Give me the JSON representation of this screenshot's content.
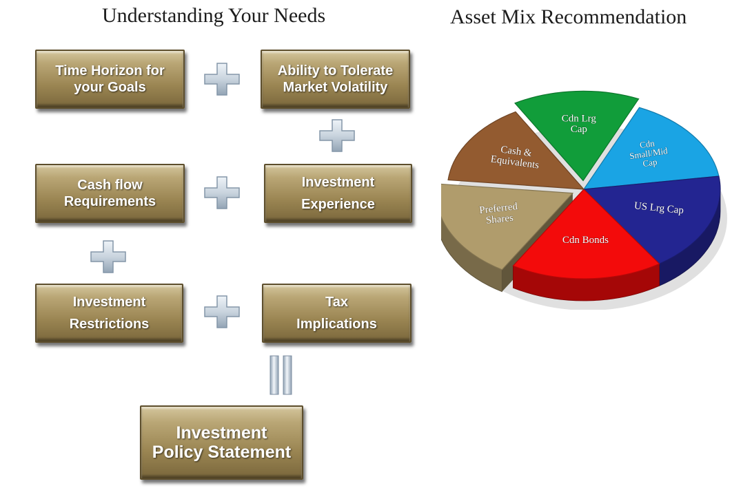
{
  "left_heading": "Understanding Your Needs",
  "right_heading": "Asset Mix Recommendation",
  "boxes": {
    "time_horizon": "Time Horizon for\nyour Goals",
    "ability_tolerate": "Ability to Tolerate\nMarket Volatility",
    "cash_flow": "Cash flow\nRequirements",
    "investment_experience": "Investment\nExperience",
    "investment_restrictions": "Investment\nRestrictions",
    "tax_implications": "Tax\nImplications",
    "policy_statement": "Investment\nPolicy Statement"
  },
  "icons": {
    "plus": "plus-icon",
    "equals": "equals-icon"
  },
  "colors": {
    "box_fill": "#a69060",
    "plus_fill": "#c9d4de",
    "cdn_lrg_cap": "#119d3a",
    "cdn_small_mid_cap": "#1aa4e4",
    "us_lrg_cap": "#232591",
    "cdn_bonds": "#f30b0b",
    "preferred_shares": "#b09c6c",
    "cash_equivalents": "#935b30"
  },
  "chart_data": {
    "type": "pie",
    "title": "Asset Mix Recommendation",
    "labels": [
      "Cdn Lrg Cap",
      "Cdn Small/Mid Cap",
      "US Lrg Cap",
      "Cdn Bonds",
      "Preferred Shares",
      "Cash & Equivalents"
    ],
    "label_lines": [
      [
        "Cdn Lrg",
        "Cap"
      ],
      [
        "Cdn",
        "Small/Mid",
        "Cap"
      ],
      [
        "US Lrg Cap"
      ],
      [
        "Cdn Bonds"
      ],
      [
        "Preferred",
        "Shares"
      ],
      [
        "Cash &",
        "Equivalents"
      ]
    ],
    "values": [
      15,
      16,
      18,
      18,
      18,
      15
    ],
    "exploded": [
      true,
      false,
      false,
      false,
      true,
      false
    ],
    "colors": [
      "#119d3a",
      "#1aa4e4",
      "#232591",
      "#f30b0b",
      "#b09c6c",
      "#935b30"
    ]
  }
}
